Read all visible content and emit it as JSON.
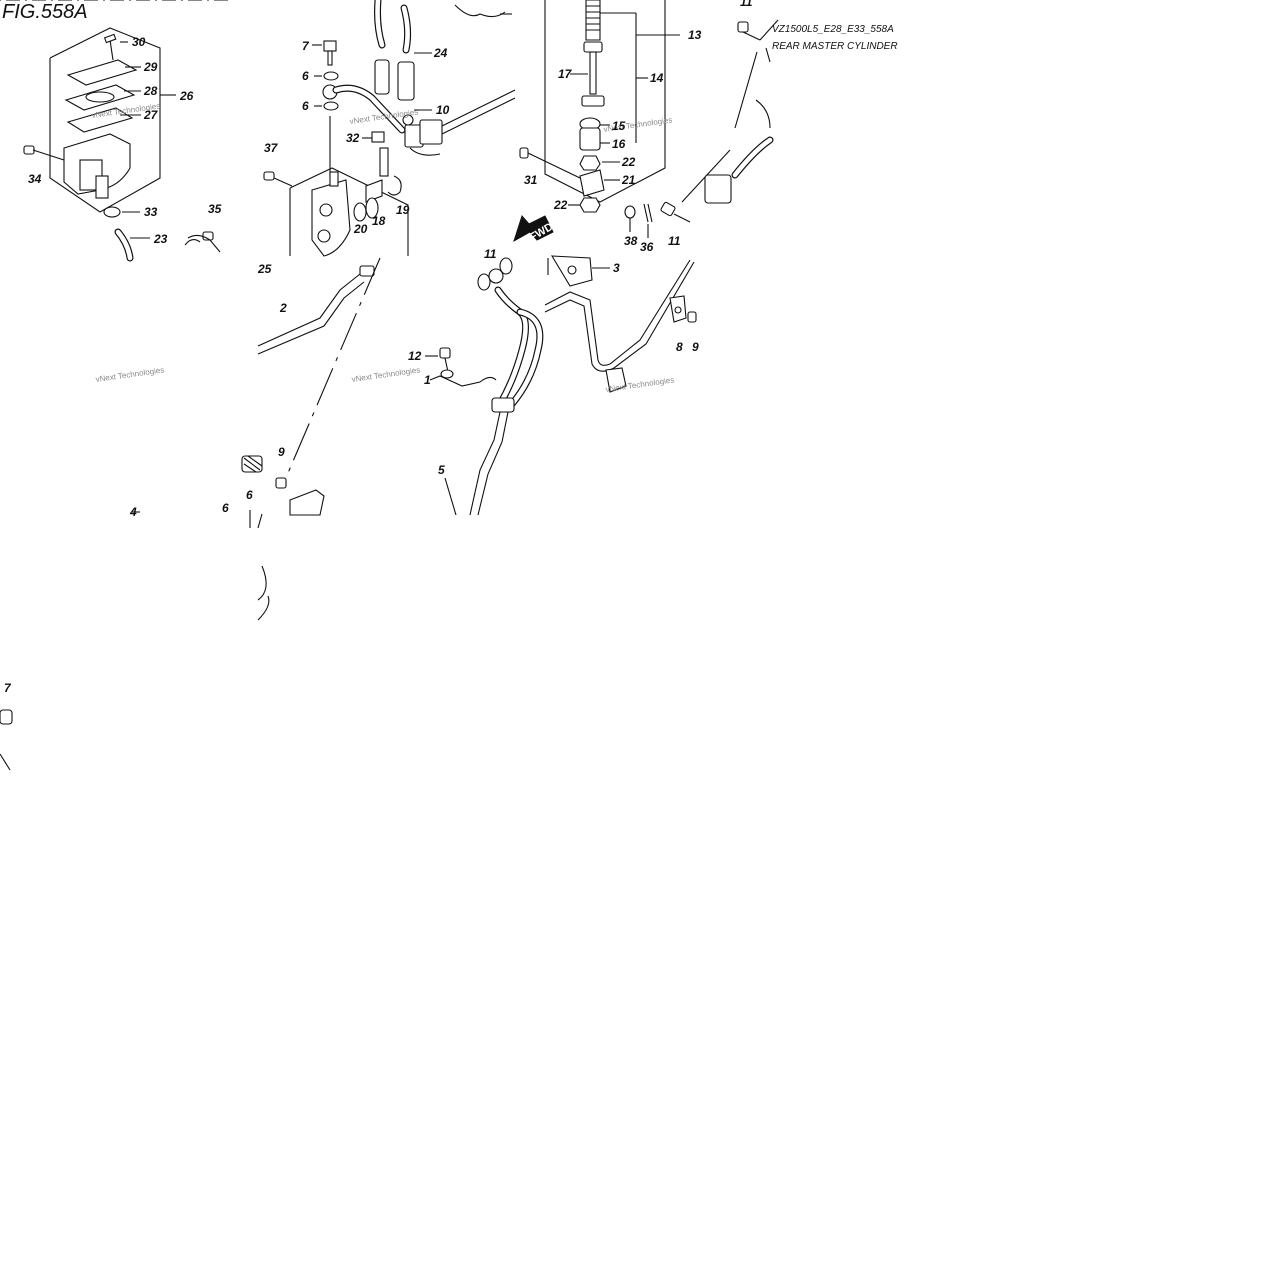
{
  "figure": {
    "title": "FIG.558A",
    "code": "VZ1500L5_E28_E33_558A",
    "name": "REAR MASTER CYLINDER",
    "fwd_label": "FWD"
  },
  "watermark": "vNext Technologies",
  "callouts": [
    {
      "id": "c30",
      "text": "30"
    },
    {
      "id": "c29",
      "text": "29"
    },
    {
      "id": "c28",
      "text": "28"
    },
    {
      "id": "c26",
      "text": "26"
    },
    {
      "id": "c27",
      "text": "27"
    },
    {
      "id": "c34",
      "text": "34"
    },
    {
      "id": "c33",
      "text": "33"
    },
    {
      "id": "c35",
      "text": "35"
    },
    {
      "id": "c23",
      "text": "23"
    },
    {
      "id": "c7a",
      "text": "7"
    },
    {
      "id": "c6a",
      "text": "6"
    },
    {
      "id": "c6b",
      "text": "6"
    },
    {
      "id": "c24",
      "text": "24"
    },
    {
      "id": "c10",
      "text": "10"
    },
    {
      "id": "c32",
      "text": "32"
    },
    {
      "id": "c37",
      "text": "37"
    },
    {
      "id": "c18",
      "text": "18"
    },
    {
      "id": "c20",
      "text": "20"
    },
    {
      "id": "c19",
      "text": "19"
    },
    {
      "id": "c25",
      "text": "25"
    },
    {
      "id": "c2",
      "text": "2"
    },
    {
      "id": "c13",
      "text": "13"
    },
    {
      "id": "c17",
      "text": "17"
    },
    {
      "id": "c14",
      "text": "14"
    },
    {
      "id": "c15",
      "text": "15"
    },
    {
      "id": "c16",
      "text": "16"
    },
    {
      "id": "c22a",
      "text": "22"
    },
    {
      "id": "c21",
      "text": "21"
    },
    {
      "id": "c31",
      "text": "31"
    },
    {
      "id": "c22b",
      "text": "22"
    },
    {
      "id": "c38",
      "text": "38"
    },
    {
      "id": "c36",
      "text": "36"
    },
    {
      "id": "c11a",
      "text": "11"
    },
    {
      "id": "c11b",
      "text": "11"
    },
    {
      "id": "c11c",
      "text": "11"
    },
    {
      "id": "c3",
      "text": "3"
    },
    {
      "id": "c8",
      "text": "8"
    },
    {
      "id": "c9a",
      "text": "9"
    },
    {
      "id": "c12",
      "text": "12"
    },
    {
      "id": "c5",
      "text": "5"
    },
    {
      "id": "c9b",
      "text": "9"
    },
    {
      "id": "c6c",
      "text": "6"
    },
    {
      "id": "c6d",
      "text": "6"
    },
    {
      "id": "c4",
      "text": "4"
    },
    {
      "id": "c7b",
      "text": "7"
    },
    {
      "id": "c1",
      "text": "1"
    }
  ]
}
